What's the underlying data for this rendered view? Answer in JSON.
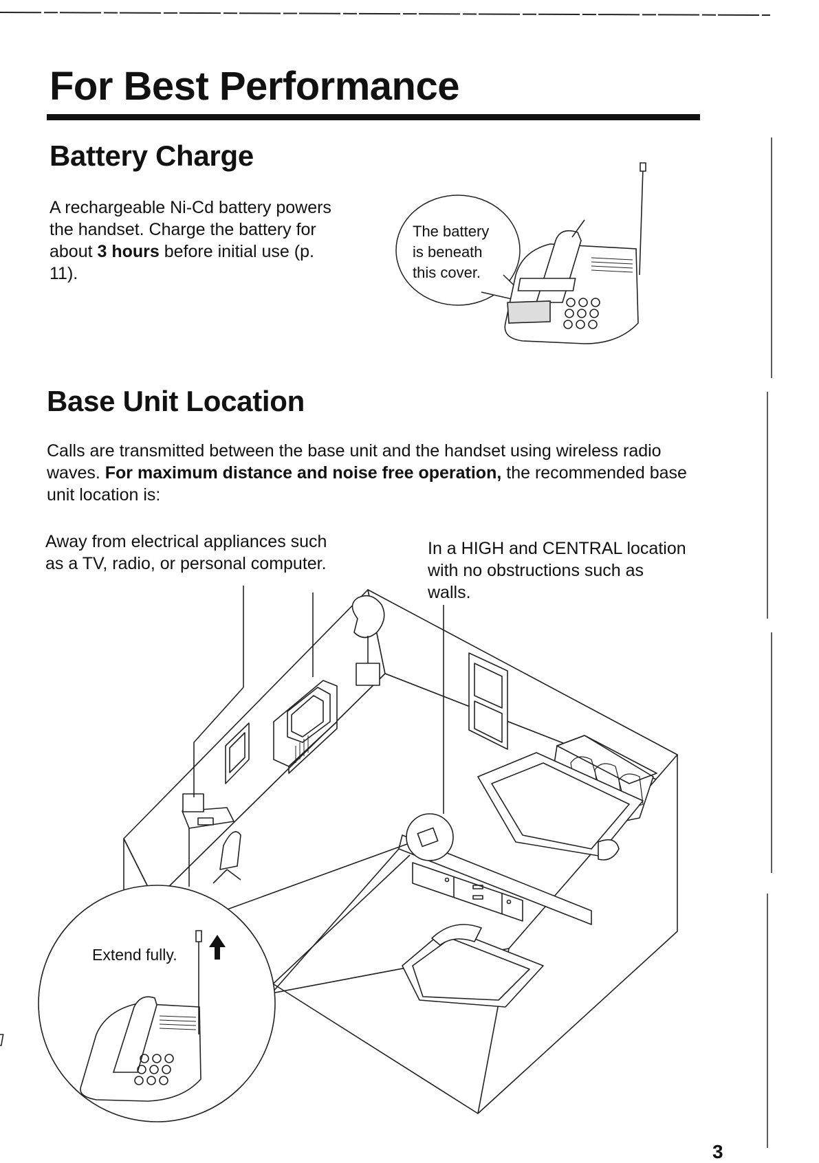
{
  "page": {
    "title": "For Best Performance",
    "page_number": "3"
  },
  "battery_charge": {
    "heading": "Battery Charge",
    "text_1": "A rechargeable Ni-Cd battery powers the handset. Charge the battery for about ",
    "text_bold": "3 hours",
    "text_2": " before initial use (p. 11).",
    "callout": {
      "line_1": "The battery",
      "line_2": "is beneath",
      "line_3": "this cover."
    }
  },
  "base_unit_location": {
    "heading": "Base Unit Location",
    "intro_1": "Calls are transmitted between the base unit and the handset using wireless radio waves. ",
    "intro_bold": "For maximum distance and noise free operation,",
    "intro_2": " the recommended base unit location is:",
    "left_note": "Away from electrical appliances such as a TV, radio, or personal computer.",
    "right_note": "In a HIGH and CENTRAL location with no obstructions such as walls.",
    "antenna_note": "Extend fully."
  }
}
